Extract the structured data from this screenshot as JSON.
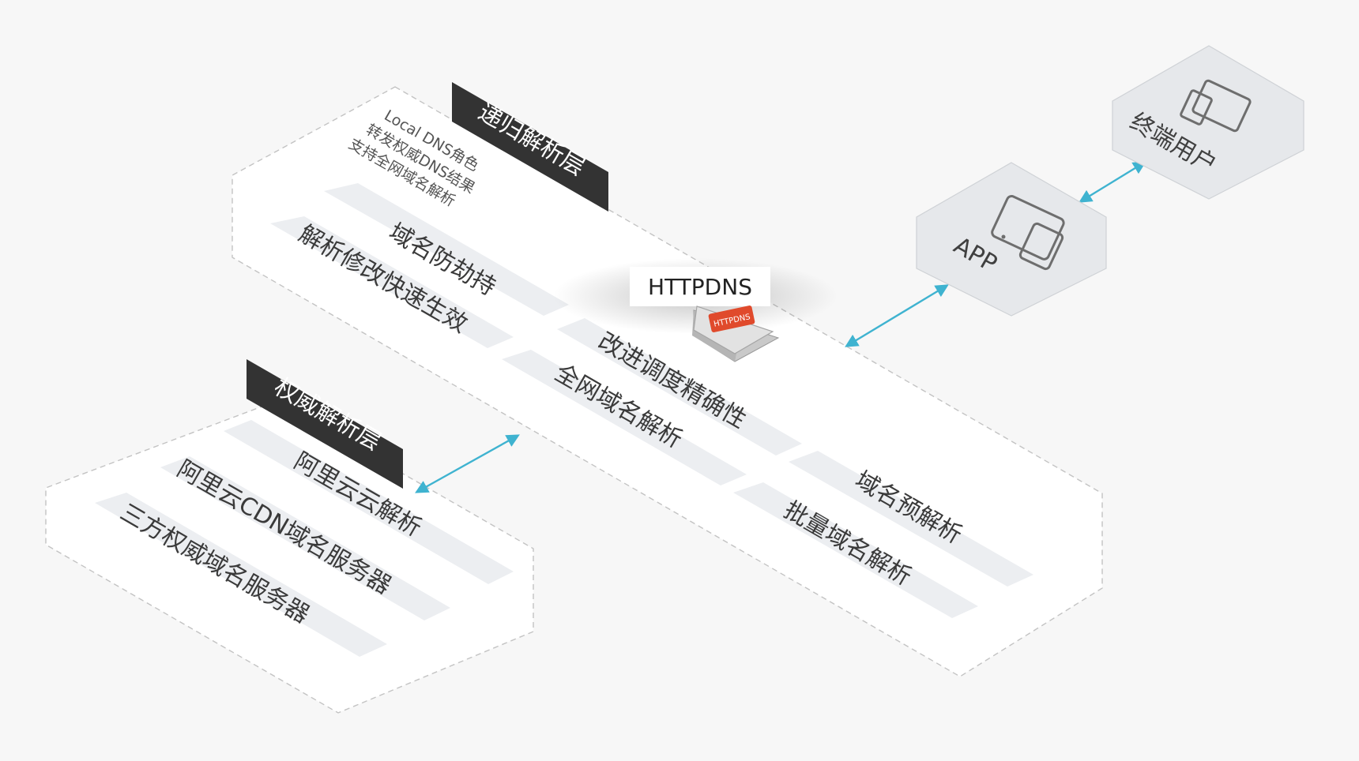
{
  "recursive_layer": {
    "title": "递归解析层",
    "notes": [
      "Local DNS角色",
      "转发权威DNS结果",
      "支持全网域名解析"
    ],
    "items": [
      "域名防劫持",
      "解析修改快速生效"
    ]
  },
  "httpdns": {
    "label": "HTTPDNS",
    "icon_text": "HTTPDNS",
    "items": [
      "改进调度精确性",
      "全网域名解析",
      "域名预解析",
      "批量域名解析"
    ]
  },
  "authoritative_layer": {
    "title": "权威解析层",
    "items": [
      "阿里云云解析",
      "阿里云CDN域名服务器",
      "三方权威域名服务器"
    ]
  },
  "app": {
    "label": "APP"
  },
  "end_user": {
    "label": "终端用户"
  },
  "colors": {
    "arrow": "#3fb3d0",
    "header": "#333333",
    "strip": "#eceef1",
    "hex": "#e6e8eb",
    "logo": "#e04a2c"
  }
}
